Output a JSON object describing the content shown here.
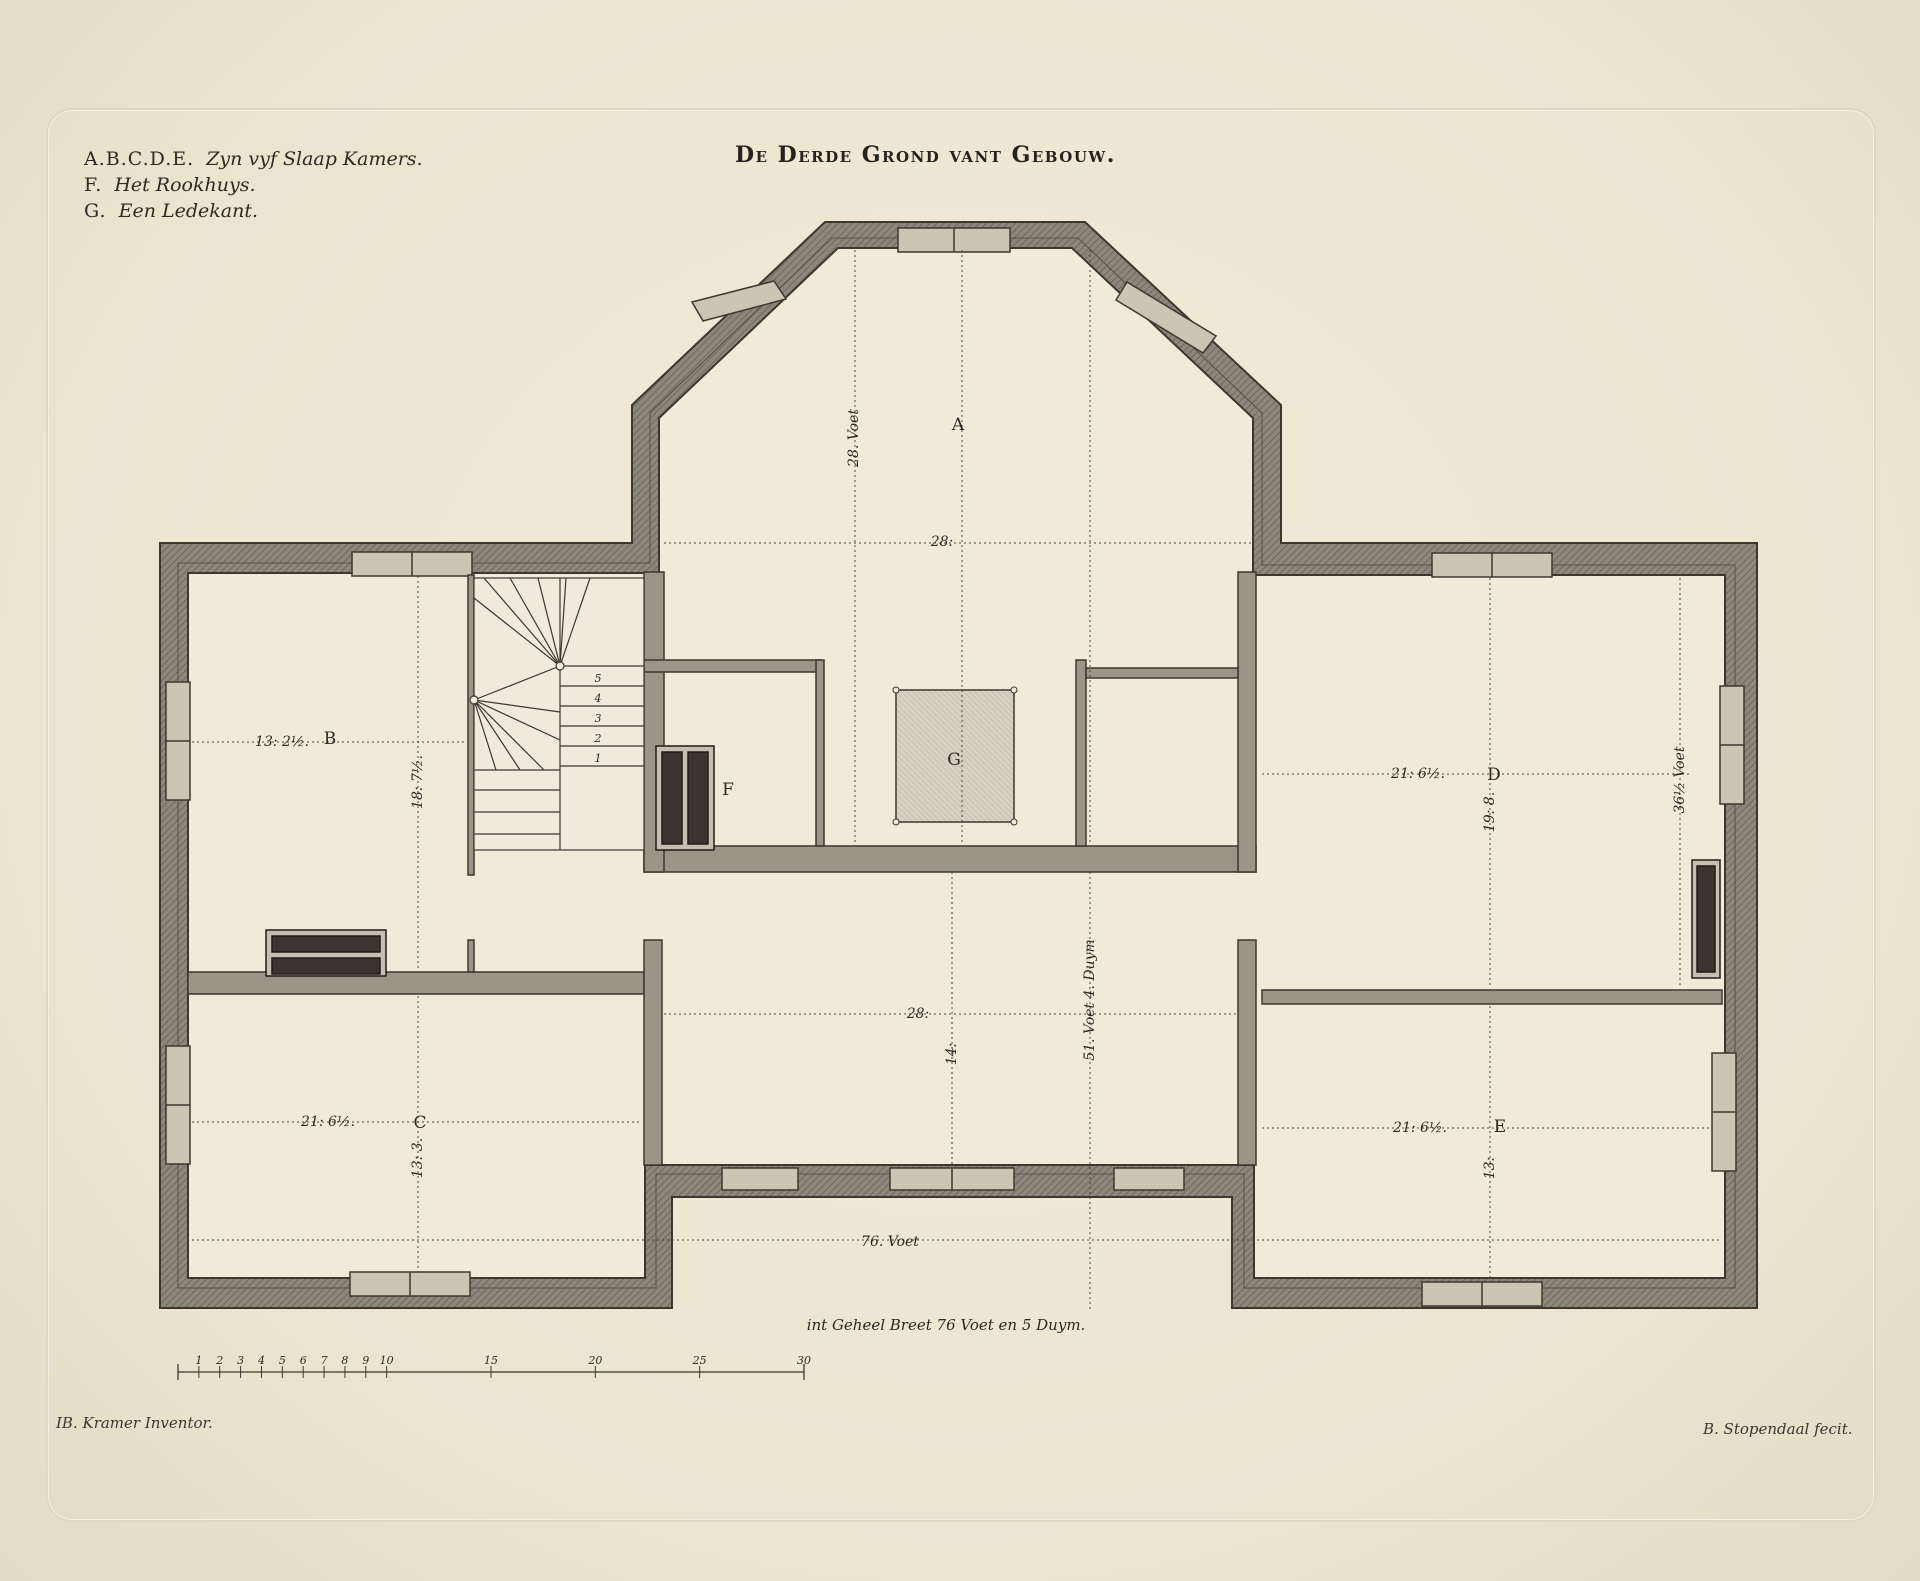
{
  "title": "De Derde Grond vant Gebouw.",
  "legend": [
    {
      "code": "A.B.C.D.E.",
      "text": "Zyn vyf Slaap Kamers."
    },
    {
      "code": "F.",
      "text": "Het Rookhuys."
    },
    {
      "code": "G.",
      "text": "Een Ledekant."
    }
  ],
  "rooms": {
    "A": "A",
    "B": "B",
    "C": "C",
    "D": "D",
    "E": "E",
    "F": "F",
    "G": "G"
  },
  "dimensions": {
    "a_height": "28. Voet",
    "a_width": "28:",
    "b_width": "13: 2½.",
    "b_height": "18: 7½.",
    "c_width": "21: 6½.",
    "c_height": "13: 3.",
    "d_width": "21: 6½.",
    "d_height": "19: 8.",
    "d_side": "36½ Voet",
    "e_width": "21: 6½.",
    "e_height": "13:",
    "center_width": "28:",
    "center_height": "14:",
    "center_depth": "51. Voet 4. Duym",
    "total_width": "76. Voet",
    "overall": "int Geheel Breet 76 Voet en 5 Duym."
  },
  "stairs": [
    "5",
    "4",
    "3",
    "2",
    "1"
  ],
  "scale_bar": {
    "ticks": [
      "1",
      "2",
      "3",
      "4",
      "5",
      "6",
      "7",
      "8",
      "9",
      "10",
      "15",
      "20",
      "25",
      "30"
    ]
  },
  "credits": {
    "left": "IB. Kramer Inventor.",
    "right": "B. Stopendaal fecit."
  }
}
